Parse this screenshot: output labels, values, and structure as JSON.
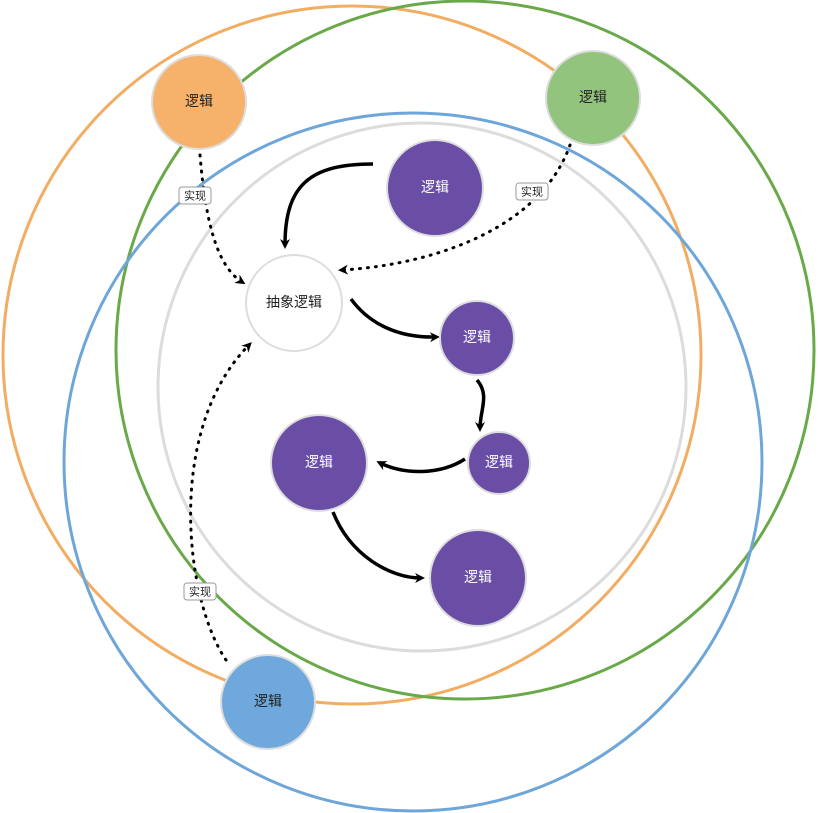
{
  "colors": {
    "orange": "#f2ad63",
    "green": "#6aa94a",
    "blue": "#6ea6d9",
    "gray": "#dcdcdc",
    "purple": "#6a4ea6",
    "green_node": "#93c47d",
    "blue_node": "#6fa8dc",
    "orange_node": "#f6b26b"
  },
  "nodes": {
    "abstract": "抽象逻辑",
    "orange": "逻辑",
    "green": "逻辑",
    "blue": "逻辑",
    "purple_1": "逻辑",
    "purple_2": "逻辑",
    "purple_3": "逻辑",
    "purple_4": "逻辑",
    "purple_5": "逻辑"
  },
  "edge_labels": {
    "orange_impl": "实现",
    "green_impl": "实现",
    "blue_impl": "实现"
  }
}
